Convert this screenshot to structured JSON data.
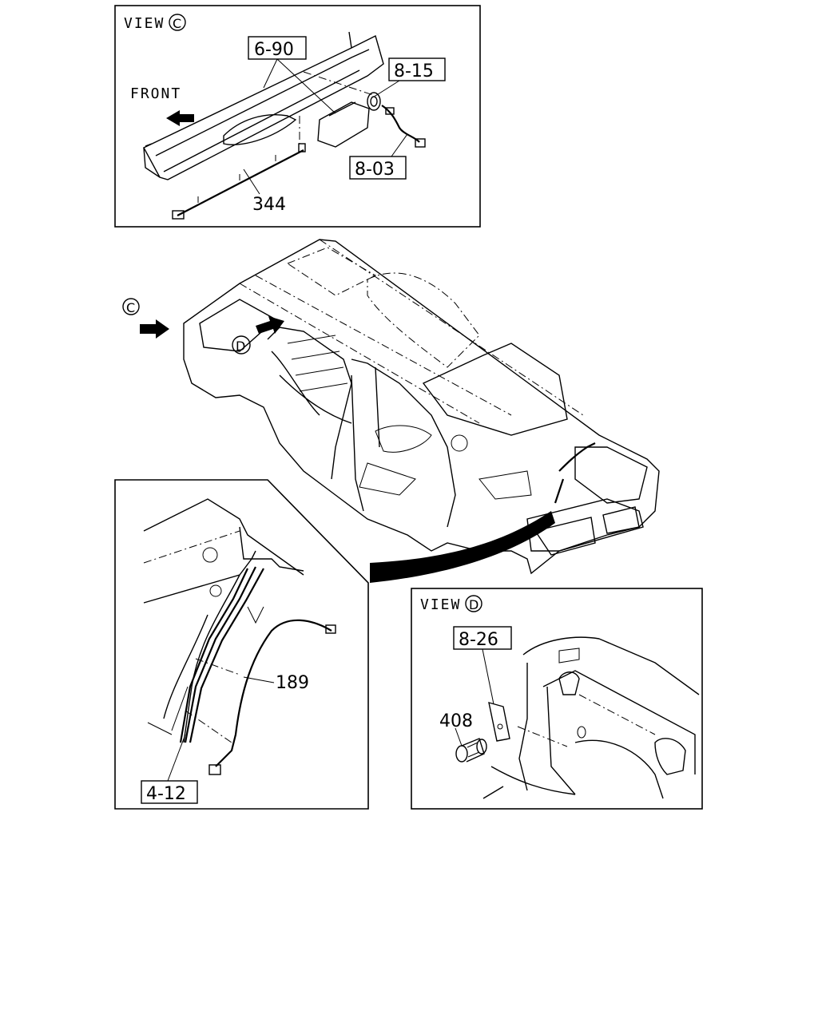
{
  "view_c": {
    "title_prefix": "VIEW",
    "title_letter": "C",
    "front_label": "FRONT",
    "parts": [
      "6-90",
      "8-15",
      "8-03"
    ],
    "item_number": "344"
  },
  "main_view": {
    "view_markers": [
      "C",
      "D"
    ]
  },
  "detail_left": {
    "item_number": "189",
    "part": "4-12"
  },
  "view_d": {
    "title_prefix": "VIEW",
    "title_letter": "D",
    "part": "8-26",
    "item_number": "408"
  }
}
